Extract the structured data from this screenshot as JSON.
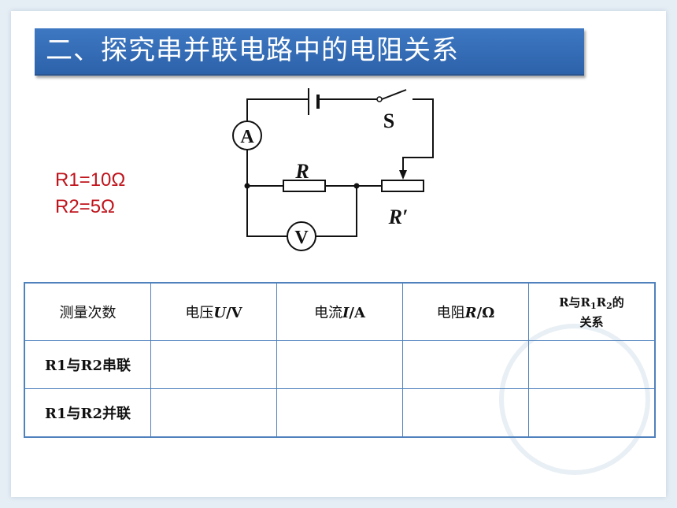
{
  "slide": {
    "title": "二、探究串并联电路中的电阻关系",
    "values": [
      "R1=10Ω",
      "R2=5Ω"
    ]
  },
  "circuit": {
    "labels": {
      "ammeter": "A",
      "voltmeter": "V",
      "switch": "S",
      "resistor": "R",
      "rheostat": "R′"
    }
  },
  "table": {
    "headers": {
      "col1": "测量次数",
      "col2_prefix": "电压",
      "col2_var": "U",
      "col2_unit": "/V",
      "col3_prefix": "电流",
      "col3_var": "I",
      "col3_unit": "/A",
      "col4_prefix": "电阻",
      "col4_var": "R",
      "col4_unit": "/Ω",
      "col5_line1_a": "R与R",
      "col5_sub1": "1",
      "col5_line1_b": "R",
      "col5_sub2": "2",
      "col5_line1_c": "的",
      "col5_line2": "关系"
    },
    "rows": [
      {
        "label": "R1与R2串联"
      },
      {
        "label": "R1与R2并联"
      }
    ]
  }
}
